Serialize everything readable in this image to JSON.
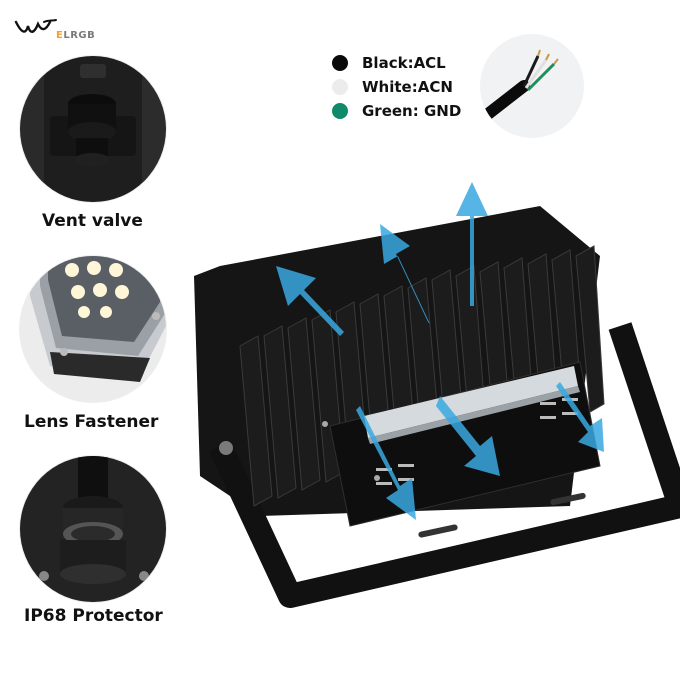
{
  "brand": {
    "logo_text_accent": "E",
    "logo_text_rest": "LRGB",
    "accent_color": "#f0a22e"
  },
  "features": [
    {
      "label": "Vent valve",
      "icon": "vent-valve-photo"
    },
    {
      "label": "Lens Fastener",
      "icon": "lens-fastener-photo"
    },
    {
      "label": "IP68 Protector",
      "icon": "ip68-protector-photo"
    }
  ],
  "wiring": [
    {
      "label": "Black:ACL",
      "color": "#0a0a0a"
    },
    {
      "label": "White:ACN",
      "color": "#ececec"
    },
    {
      "label": "Green: GND",
      "color": "#0f8a6a"
    }
  ],
  "airflow_arrow_color": "#38a8e0"
}
